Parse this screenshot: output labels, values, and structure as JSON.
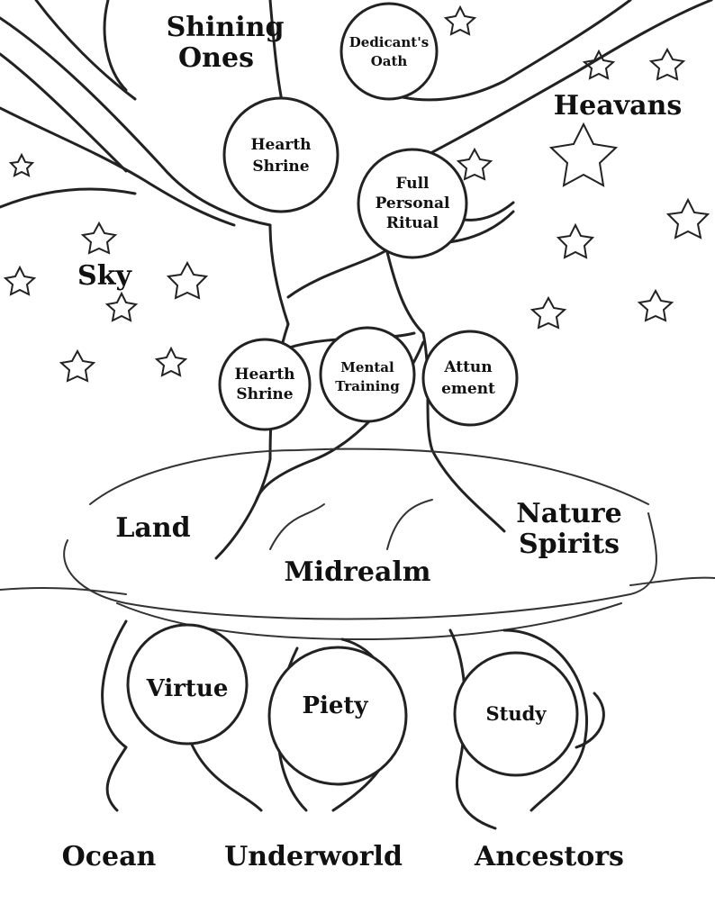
{
  "realms": {
    "shining_ones": [
      "Shining",
      "Ones"
    ],
    "heavans": "Heavans",
    "sky": "Sky",
    "land": "Land",
    "nature_spirits": [
      "Nature",
      "Spirits"
    ],
    "midrealm": "Midrealm",
    "ocean": "Ocean",
    "underworld": "Underworld",
    "ancestors": "Ancestors"
  },
  "branch_orbs": {
    "dedicants_oath": [
      "Dedicant's",
      "Oath"
    ],
    "hearth_shrine_upper": [
      "Hearth",
      "Shrine"
    ],
    "full_personal_ritual": [
      "Full",
      "Personal",
      "Ritual"
    ]
  },
  "trunk_orbs": {
    "hearth_shrine_lower": [
      "Hearth",
      "Shrine"
    ],
    "mental_training": [
      "Mental",
      "Training"
    ],
    "attunement": [
      "Attun",
      "ement"
    ]
  },
  "root_orbs": {
    "virtue": "Virtue",
    "piety": "Piety",
    "study": "Study"
  },
  "colors": {
    "ink": "#222222",
    "paper": "#ffffff"
  }
}
